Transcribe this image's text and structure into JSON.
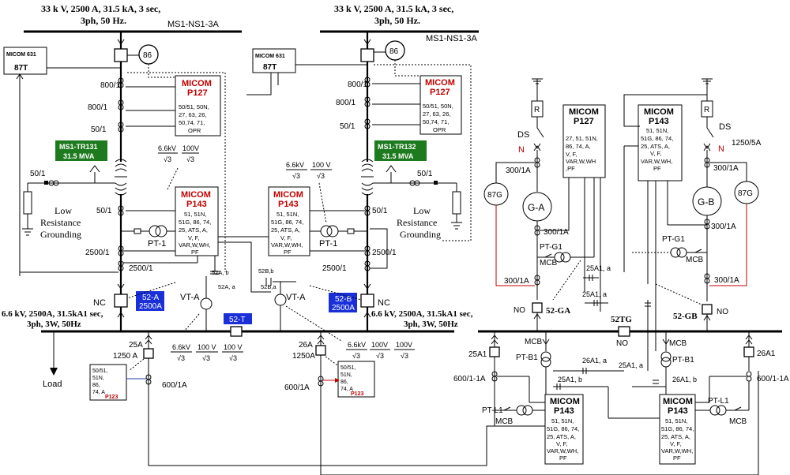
{
  "left": {
    "supply_line1": "33 k V, 2500 A, 31.5 kA, 3 sec,",
    "supply_line2": "3ph, 50 Hz.",
    "bus_name": "MS1-NS1-3A",
    "relay_86": "86",
    "micom631_title": "MICOM 631",
    "micom631_code": "87T",
    "p127_title": "MICOM",
    "p127_model": "P127",
    "p127_functions": [
      "50/51, 50N,",
      "27, 63, 26,",
      "50,74, 71,",
      "OPR"
    ],
    "ct_800_a": "800/1",
    "ct_800_b": "800/1",
    "ct_50_hv": "50/1",
    "transformer_line1": "MS1-TR131",
    "transformer_line2": "31.5 MVA",
    "ct_50_ng": "50/1",
    "ng_line1": "Low",
    "ng_line2": "Resistance",
    "ng_line3": "Grounding",
    "ct_50_lv": "50/1",
    "vt_rating1": "6.6kV",
    "vt_rating2": "100V",
    "p143_title": "MICOM",
    "p143_model": "P143",
    "p143_functions": [
      "51, 51N,",
      "51G, 86, 74,",
      "25, ATS, A,",
      "V, F,",
      "VAR,W,WH,",
      "PF"
    ],
    "pt_label": "PT-1",
    "ct_2500_a": "2500/1",
    "ct_2500_b": "2500/1",
    "aux_a": "52A, b",
    "aux_b": "52A, a",
    "nc": "NC",
    "breaker_line1": "52-A",
    "breaker_line2": "2500A",
    "vt_a": "VT-A",
    "lv_line1": "6.6 kV, 2500A, 31.5kA1 sec,",
    "lv_line2": "3ph, 3W, 50Hz",
    "load": "Load",
    "feeder_ct": "25A",
    "feeder_fuse": "1250 A",
    "feeder_ct2": "600/1A",
    "feeder_relay_functions": [
      "50/51,",
      "51N,",
      "86,",
      "74, A"
    ],
    "feeder_relay_model": "P123",
    "vt_meter": [
      "6.6kV",
      "100 V",
      "100 V"
    ]
  },
  "bus_tie": "52-T",
  "right": {
    "supply_line1": "33 k V, 2500 A, 31.5 kA, 3 sec,",
    "supply_line2": "3ph, 50 Hz.",
    "bus_name": "MS1-NS1-3A",
    "relay_86": "86",
    "micom631_title": "MICOM 631",
    "micom631_code": "87T",
    "p127_title": "MICOM",
    "p127_model": "P127",
    "p127_functions": [
      "50/51, 50N,",
      "27, 63, 26,",
      "50,74, 71,",
      "OPR"
    ],
    "ct_800_a": "800/1",
    "ct_800_b": "800/1",
    "ct_50_hv": "50/1",
    "transformer_line1": "MS1-TR132",
    "transformer_line2": "31.5 MVA",
    "ct_50_ng": "50/1",
    "ng_line1": "Low",
    "ng_line2": "Resistance",
    "ng_line3": "Grounding",
    "ct_50_lv": "50/1",
    "vt_rating1": "6.6kV",
    "vt_rating2": "100 V",
    "p143_title": "MICOM",
    "p143_model": "P143",
    "p143_functions": [
      "51, 51N,",
      "51G, 86, 74,",
      "25, ATS, A,",
      "V, F,",
      "VAR,W,WH,",
      "PF"
    ],
    "pt_label": "PT-1",
    "ct_2500_a": "2500/1",
    "ct_2500_b": "2500/1",
    "aux_b": "52B,b",
    "aux_a": "52B,a",
    "nc": "NC",
    "breaker_line1": "52-B",
    "breaker_line2": "2500A",
    "vt_a": "VT-A",
    "lv_line1": "6.6 kV, 2500A, 31.5kA1 sec,",
    "lv_line2": "3ph, 3W, 50Hz",
    "feeder_ct": "26A",
    "feeder_fuse": "1250A",
    "feeder_ct2": "600/1A",
    "feeder_relay_functions": [
      "50/51,",
      "51N,",
      "86,",
      "74, A"
    ],
    "feeder_relay_model": "P123",
    "vt_meter": [
      "6.6kV",
      "100V",
      "100V"
    ]
  },
  "gen": {
    "r": "R",
    "ds": "DS",
    "n": "N",
    "ct_300_top_a": "300/1A",
    "ct_300_top_b": "300/1A",
    "relay_87g": "87G",
    "gen_a": "G-A",
    "gen_b": "G-B",
    "ct_300_mid_a": "300/1A",
    "ct_300_mid_b": "300/1A",
    "ct_1250": "1250/5A",
    "ptg1": "PT-G1",
    "mcb": "MCB",
    "ct_300_bot_a": "300/1A",
    "ct_300_bot_b": "300/1A",
    "sync_25a1_a": "25A1, a",
    "sync_25a1_b": "25A1, a",
    "no": "NO",
    "cb_52ga": "52-GA",
    "cb_52gb": "52-GB",
    "cb_52tg": "52TG",
    "p127_title": "MICOM",
    "p127_model": "P127",
    "p127_functions": [
      "27, 51, 51N,",
      "86, 74, A,",
      "V, F,",
      "VAR,W,WH",
      ",PF"
    ],
    "p143_title": "MICOM",
    "p143_model": "P143",
    "p143_functions": [
      "51, 51N,",
      "51G, 86, 74,",
      "25, ATS, A,",
      "V, F,",
      "VAR,W,WH,",
      "PF"
    ],
    "ct_25a1": "25A1",
    "ct_26a1": "26A1",
    "ptb1": "PT-B1",
    "sync_26a1_a": "26A1, a",
    "sync_25a1_c": "25A1, a",
    "sync_25a1_d": "25A1, b",
    "sync_26a1_b": "26A1, b",
    "ct_600_a": "600/1-1A",
    "ct_600_b": "600/1-1A",
    "ptl1": "PT-L1",
    "bot_p143_functions": [
      "51, 51N,",
      "51G, 86, 74,",
      "25, ATS, A,",
      "V, F,",
      "VAR,W,WH,",
      "PF"
    ]
  }
}
